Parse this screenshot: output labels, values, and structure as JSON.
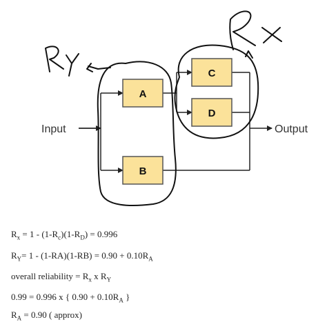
{
  "diagram": {
    "blocks": [
      {
        "id": "A",
        "label": "A"
      },
      {
        "id": "B",
        "label": "B"
      },
      {
        "id": "C",
        "label": "C"
      },
      {
        "id": "D",
        "label": "D"
      }
    ],
    "input_label": "Input",
    "output_label": "Output",
    "handwritten_ry": "Ry",
    "handwritten_rx": "Rx",
    "colors": {
      "block_fill": "#fbe29a",
      "block_stroke": "#555555",
      "line": "#222222",
      "ink": "#111111"
    }
  },
  "equations": {
    "eq1": {
      "p1": "R",
      "s1": "x",
      "p2": " = 1 - (1-R",
      "s2": "c",
      "p3": ")(1-R",
      "s3": "D",
      "p4": ") = 0.996"
    },
    "eq2": {
      "p1": "R",
      "s1": "Y",
      "p2": "= 1 - (1-RA)(1-RB) = 0.90 + 0.10R",
      "s2": "A"
    },
    "eq3": {
      "p1": "overall reliability = R",
      "s1": "x",
      "p2": " x R",
      "s2": "Y"
    },
    "eq4": {
      "p1": "0.99 = 0.996 x { 0.90 + 0.10R",
      "s1": "A",
      "p2": " }"
    },
    "eq5": {
      "p1": "R",
      "s1": "A",
      "p2": " = 0.90 ( approx)"
    }
  }
}
